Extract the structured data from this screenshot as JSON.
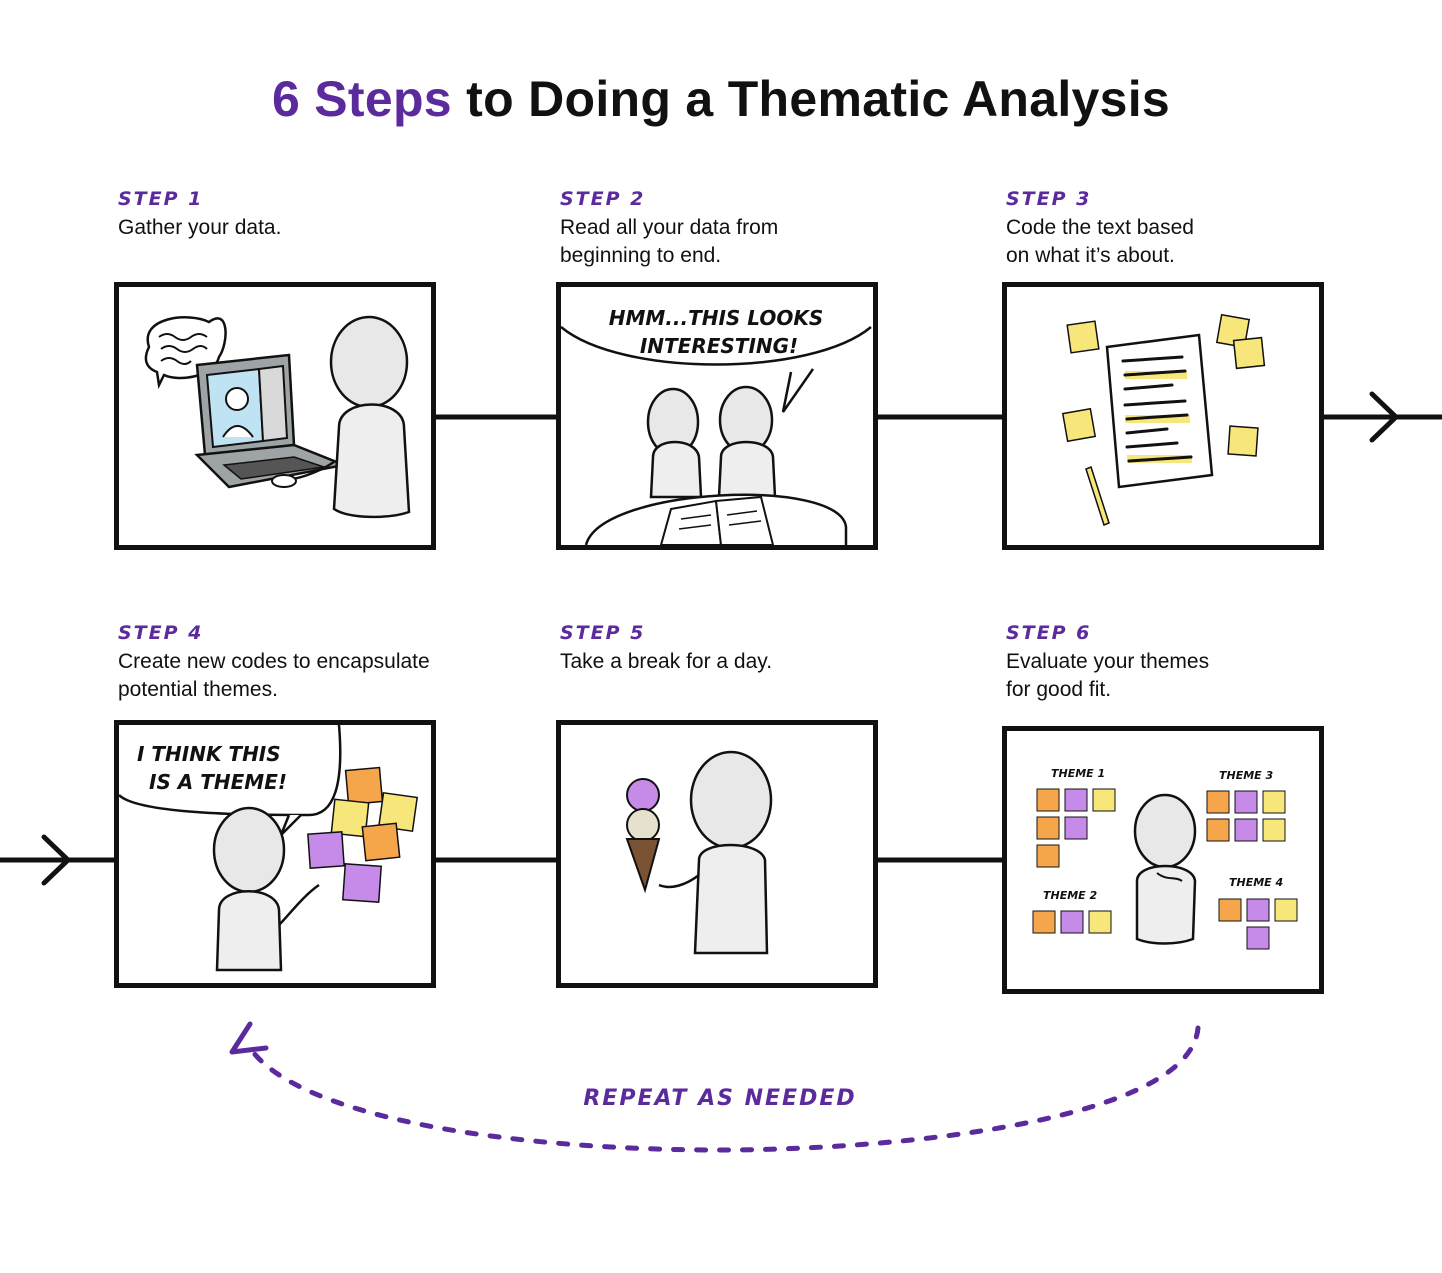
{
  "title": {
    "accent": "6 Steps",
    "rest": " to Doing a Thematic Analysis"
  },
  "colors": {
    "accent": "#5b2a9d",
    "sticky_yellow": "#f7e77a",
    "sticky_orange": "#f6a64a",
    "sticky_purple": "#c68ae8"
  },
  "steps": [
    {
      "label": "STEP 1",
      "line1": "Gather your data.",
      "line2": ""
    },
    {
      "label": "STEP 2",
      "line1": "Read all your data from",
      "line2": "beginning to end."
    },
    {
      "label": "STEP 3",
      "line1": "Code the text based",
      "line2": "on what it’s about."
    },
    {
      "label": "STEP 4",
      "line1": "Create new codes to encapsulate",
      "line2": "potential themes."
    },
    {
      "label": "STEP 5",
      "line1": "Take a break for a day.",
      "line2": ""
    },
    {
      "label": "STEP 6",
      "line1": "Evaluate your themes",
      "line2": "for good fit."
    }
  ],
  "speech": {
    "step2_line1": "HMM...THIS LOOKS",
    "step2_line2": "INTERESTING!",
    "step4_line1": "I THINK THIS",
    "step4_line2": "IS A THEME!"
  },
  "themes": {
    "t1": "THEME 1",
    "t2": "THEME 2",
    "t3": "THEME 3",
    "t4": "THEME 4"
  },
  "repeat_label": "REPEAT AS NEEDED"
}
